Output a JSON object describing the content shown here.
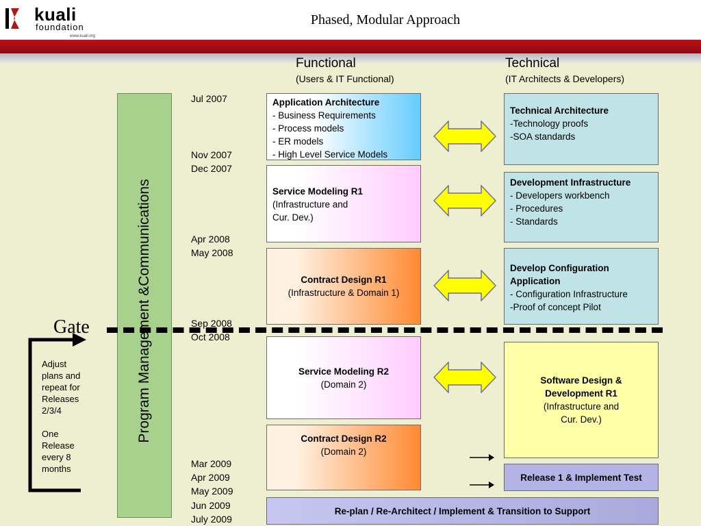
{
  "header": {
    "logo_word1": "kuali",
    "logo_word2": "foundation",
    "logo_url": "www.kuali.org",
    "title": "Phased, Modular Approach"
  },
  "columns": {
    "functional_title": "Functional",
    "functional_sub": "(Users & IT Functional)",
    "technical_title": "Technical",
    "technical_sub": "(IT Architects & Developers)"
  },
  "sidebar": {
    "label": "Program Management &Communications"
  },
  "dates": [
    "Jul 2007",
    "Nov 2007",
    "Dec 2007",
    "Apr 2008",
    "May 2008",
    "Sep 2008",
    "Oct 2008",
    "Mar 2009",
    "Apr 2009",
    "May 2009",
    "Jun 2009",
    "July 2009"
  ],
  "functional_boxes": [
    {
      "title": "Application Architecture",
      "lines": [
        "- Business Requirements",
        "- Process models",
        "- ER models",
        "- High Level Service Models"
      ]
    },
    {
      "title": "Service Modeling R1",
      "lines": [
        "(Infrastructure and",
        "Cur. Dev.)"
      ]
    },
    {
      "title": "Contract Design R1",
      "lines": [
        "(Infrastructure & Domain 1)"
      ]
    },
    {
      "title": "Service Modeling R2",
      "lines": [
        "(Domain 2)"
      ]
    },
    {
      "title": "Contract Design R2",
      "lines": [
        "(Domain 2)"
      ]
    }
  ],
  "technical_boxes": [
    {
      "title": "Technical Architecture",
      "lines": [
        "-Technology proofs",
        "-SOA standards"
      ]
    },
    {
      "title": "Development Infrastructure",
      "lines": [
        "- Developers workbench",
        "- Procedures",
        "- Standards"
      ]
    },
    {
      "title": "Develop Configuration",
      "title2": "Application",
      "lines": [
        "- Configuration Infrastructure",
        "-Proof of concept Pilot"
      ]
    },
    {
      "title": "Software Design &",
      "title2": "Development R1",
      "lines": [
        "(Infrastructure and",
        "Cur. Dev.)"
      ]
    },
    {
      "title": "Release 1 & Implement Test"
    }
  ],
  "bottom_bar": "Re-plan / Re-Architect / Implement & Transition to Support",
  "gate": {
    "label": "Gate",
    "note_lines": [
      "Adjust",
      "plans and",
      "repeat for",
      "Releases",
      "2/3/4",
      "",
      "One",
      "Release",
      "every 8",
      "months"
    ]
  },
  "colors": {
    "red_band": "#c0101a",
    "background": "#eeeed0",
    "sidebar_green": "#a9d18e",
    "arrow_yellow": "#ffff00",
    "technical_teal": "#bfe3e6",
    "software_yellow": "#ffffa8",
    "release_lavender": "#b3b3e6"
  }
}
